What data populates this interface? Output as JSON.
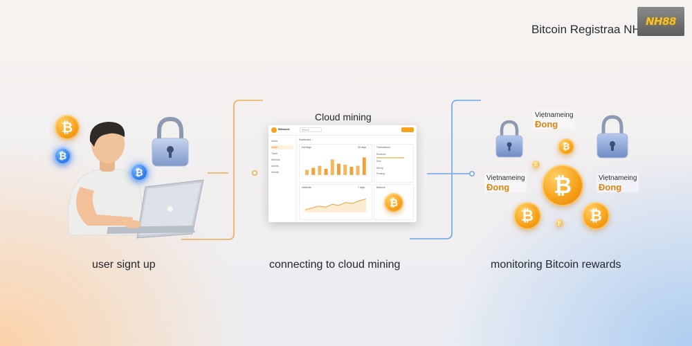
{
  "header": {
    "brand_title": "Bitcoin Registraa NH88",
    "logo_text": "NH88"
  },
  "steps": [
    {
      "label": "user signt up"
    },
    {
      "label": "connecting to cloud mining"
    },
    {
      "label": "monitoring Bitcoin rewards"
    }
  ],
  "dashboard": {
    "caption": "Cloud mining",
    "app_name": "Bitboard",
    "search_placeholder": "Search",
    "heading": "Dashboard",
    "sidebar": [
      "Home",
      "Wallet",
      "Trade",
      "Markets",
      "Assets",
      "Activity"
    ],
    "card_chart_title": "Earnings",
    "card_chart_badge": "30 days",
    "bar_values": [
      0.25,
      0.35,
      0.45,
      0.3,
      0.75,
      0.55,
      0.5,
      0.4,
      0.45,
      0.85
    ],
    "card_side_title": "Transactions",
    "card_side_rows": [
      "Received",
      "Sent",
      "Mining",
      "Pending"
    ],
    "card_line_title": "Hashrate",
    "card_line_badge": "7 days",
    "line_values": [
      0.15,
      0.25,
      0.35,
      0.3,
      0.45,
      0.4,
      0.55,
      0.5,
      0.65,
      0.75
    ],
    "card_balance_title": "Balance"
  },
  "rewards": {
    "flags": [
      {
        "line1": "Viẹtnameing",
        "line2": "Đong"
      },
      {
        "line1": "Viẹtnameing",
        "line2": "Đong"
      },
      {
        "line1": "Viẹtnameing",
        "line2": "Đong"
      }
    ]
  },
  "icons": {
    "coin_symbol": "₿"
  },
  "colors": {
    "accent_orange": "#f7a21a",
    "accent_blue": "#2f7ee8",
    "wire_orange": "#f0a23a",
    "wire_blue": "#5b9de6"
  }
}
